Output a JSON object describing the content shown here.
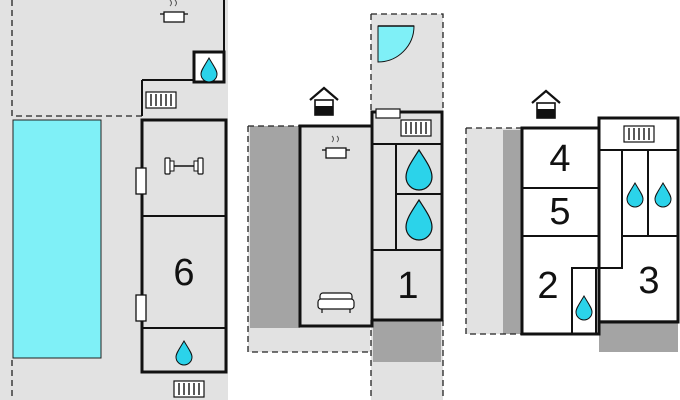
{
  "colors": {
    "pool": "#7ff0f7",
    "terrace": "#e2e2e2",
    "shade": "#a4a4a4",
    "water": "#2bd3ea",
    "wall": "#111111",
    "window": "#ffffff"
  },
  "rooms": [
    {
      "id": "room-6",
      "label": "6"
    },
    {
      "id": "room-1",
      "label": "1"
    },
    {
      "id": "room-4",
      "label": "4"
    },
    {
      "id": "room-5",
      "label": "5"
    },
    {
      "id": "room-2",
      "label": "2"
    },
    {
      "id": "room-3",
      "label": "3"
    }
  ],
  "icons": [
    "kitchen-pot-icon",
    "bathroom-drop-icon",
    "fitness-dumbbell-icon",
    "radiator-icon",
    "sofa-icon",
    "house-entrance-icon",
    "door-swing-icon"
  ]
}
